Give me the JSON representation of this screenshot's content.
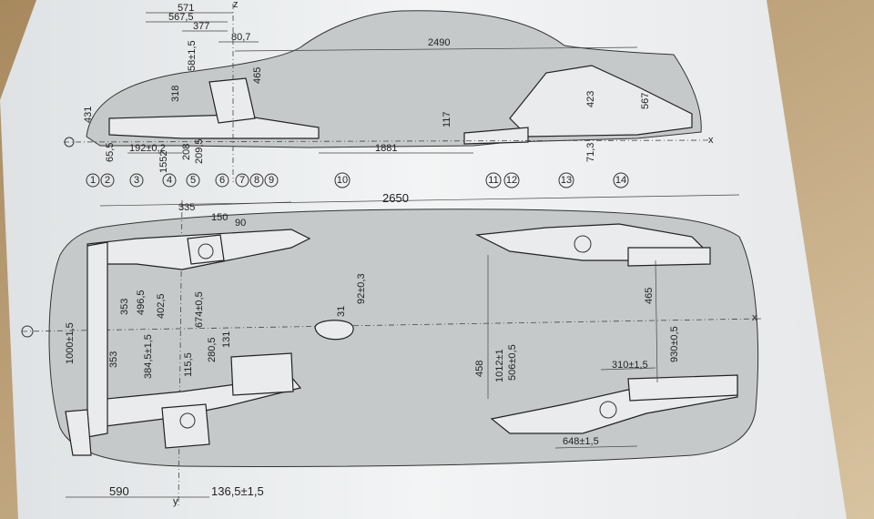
{
  "top_view": {
    "dims": {
      "d571": "571",
      "d5675": "567,5",
      "d377": "377",
      "d807": "80,7",
      "d2490": "2490",
      "d431": "431",
      "d655": "65,5",
      "d192": "192±0,2",
      "d1552": "1552",
      "d208": "208",
      "d2095": "209,5",
      "d1881": "1881",
      "d318": "318",
      "d58": "58±1,5",
      "d465": "465",
      "d117": "117",
      "d423": "423",
      "d567": "567",
      "d713": "71,3"
    }
  },
  "reference_points": [
    "1",
    "2",
    "3",
    "4",
    "5",
    "6",
    "7",
    "8",
    "9",
    "10",
    "11",
    "12",
    "13",
    "14"
  ],
  "bottom_view": {
    "dims": {
      "d335": "335",
      "d2650": "2650",
      "d150": "150",
      "d90": "90",
      "d353a": "353",
      "d4965": "496,5",
      "d4025": "402,5",
      "d674": "674±0,5",
      "d1000": "1000±1,5",
      "d353b": "353",
      "d3845": "384,5±1,5",
      "d1155": "115,5",
      "d2805": "280,5",
      "d131": "131",
      "d31": "31",
      "d92": "92±0,3",
      "d458": "458",
      "d1012": "1012±1",
      "d506": "506±0,5",
      "d465": "465",
      "d930": "930±0,5",
      "d310": "310±1,5",
      "d648": "648±1,5",
      "d590": "590",
      "d1365": "136,5±1,5"
    }
  },
  "axis_labels": {
    "x": "x",
    "y": "y",
    "z": "z"
  },
  "colors": {
    "paper": "#eef0f1",
    "table": "#b99a6f",
    "shade": "#c9cccd",
    "ink": "#222222"
  }
}
